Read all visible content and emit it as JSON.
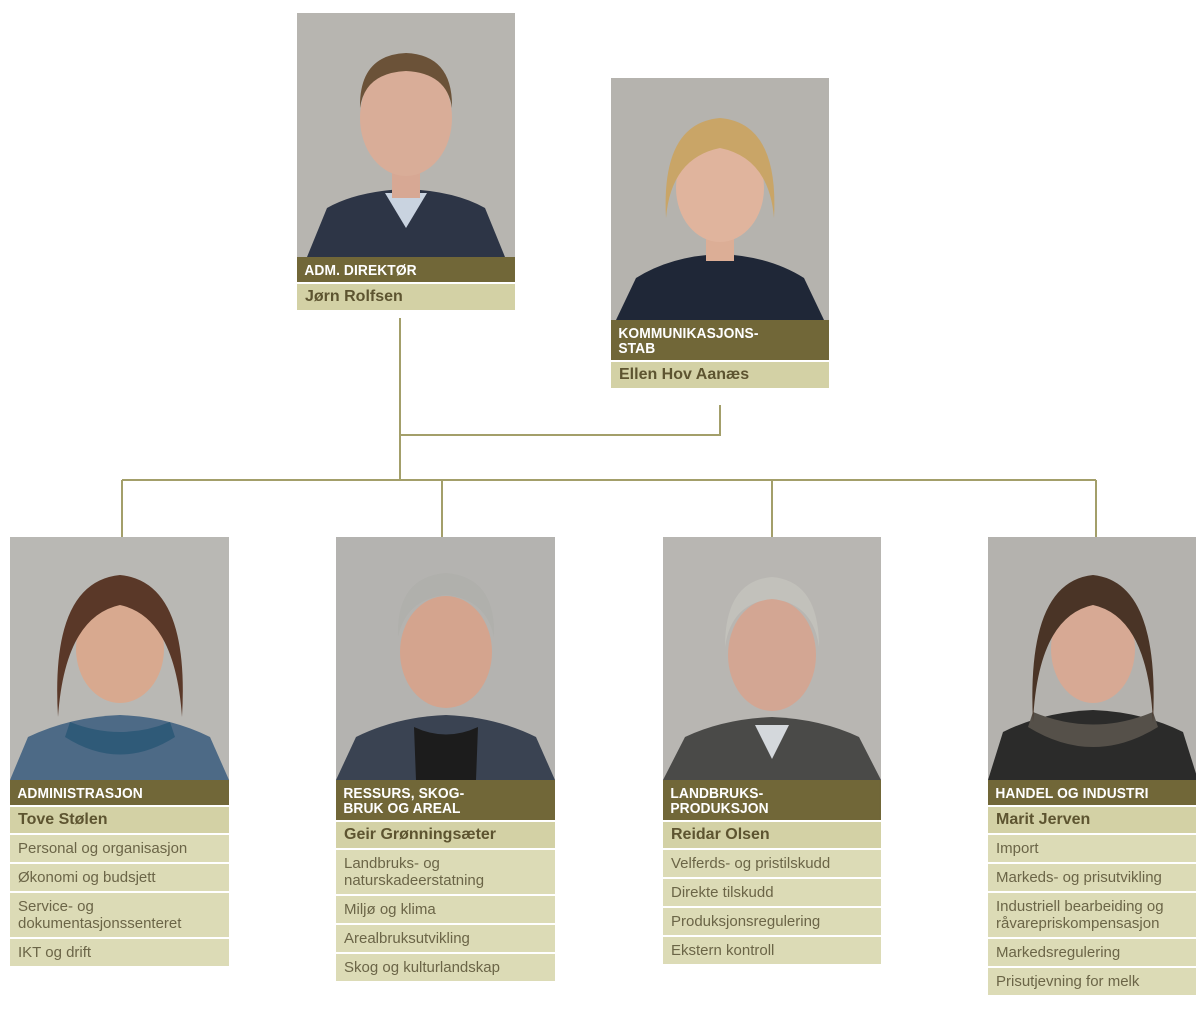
{
  "top": {
    "director": {
      "title": "ADM. DIREKTØR",
      "name": "Jørn Rolfsen"
    },
    "communication": {
      "title": "KOMMUNIKASJONS-\nSTAB",
      "name": "Ellen Hov Aanæs"
    }
  },
  "departments": [
    {
      "title": "ADMINISTRASJON",
      "name": "Tove Stølen",
      "items": [
        "Personal og organisasjon",
        "Økonomi og budsjett",
        "Service- og dokumentasjonssenteret",
        "IKT og drift"
      ]
    },
    {
      "title": "RESSURS, SKOG-\nBRUK OG AREAL",
      "name": "Geir Grønningsæter",
      "items": [
        "Landbruks- og naturskadeerstatning",
        "Miljø og klima",
        "Arealbruksutvikling",
        "Skog og kulturlandskap"
      ]
    },
    {
      "title": "LANDBRUKS-\nPRODUKSJON",
      "name": "Reidar Olsen",
      "items": [
        "Velferds- og pristilskudd",
        "Direkte tilskudd",
        "Produksjonsregulering",
        "Ekstern kontroll"
      ]
    },
    {
      "title": "HANDEL OG INDUSTRI",
      "name": "Marit Jerven",
      "items": [
        "Import",
        "Markeds- og prisutvikling",
        "Industriell bearbeiding og råvarepriskompensasjon",
        "Markedsregulering",
        "Prisutjevning for melk"
      ]
    }
  ],
  "colors": {
    "title_bg": "#716738",
    "name_bg": "#d3d1a5",
    "item_bg": "#dcdbb6",
    "line": "#a39f6a"
  }
}
